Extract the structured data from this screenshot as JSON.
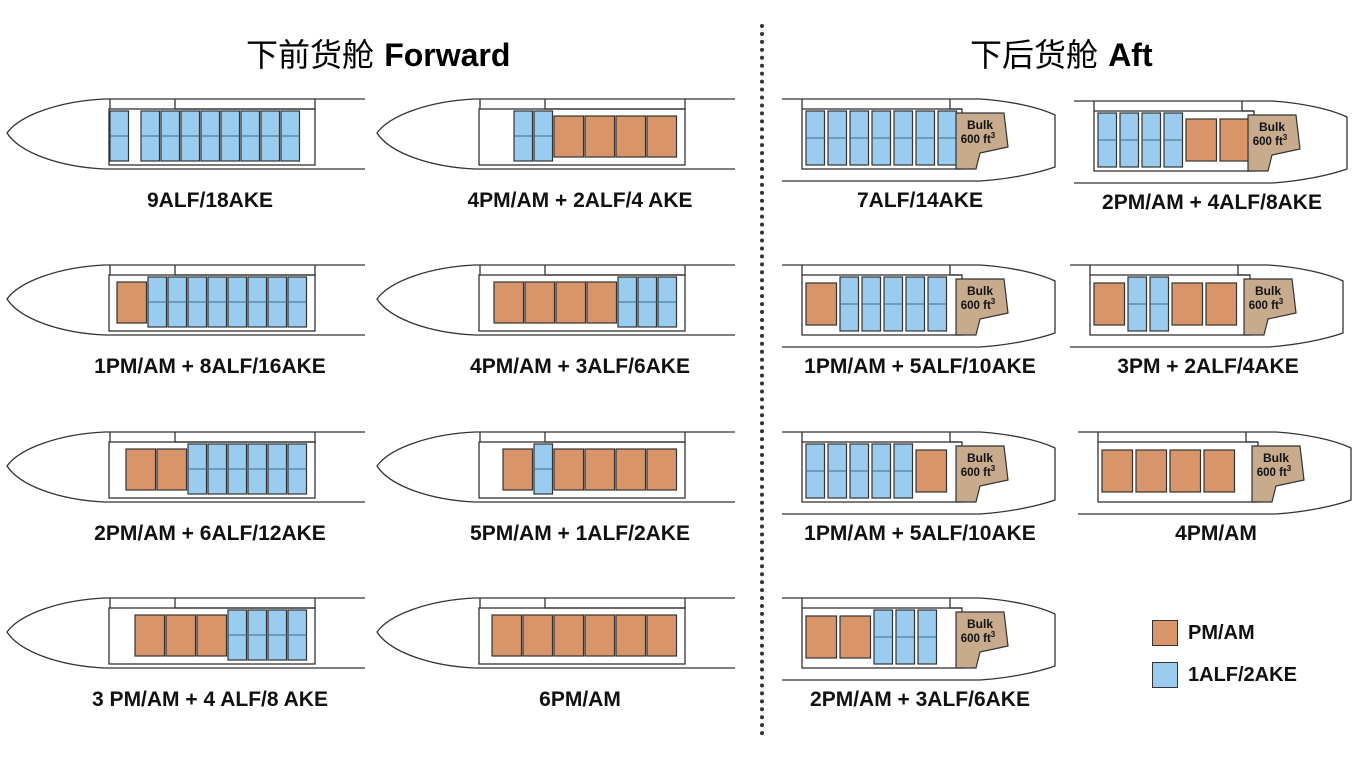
{
  "titles": {
    "forward_cn": "下前货舱",
    "forward_en": "Forward",
    "aft_cn": "下后货舱",
    "aft_en": "Aft"
  },
  "colors": {
    "pm": "#d9956a",
    "alf": "#99ccee",
    "bulk": "#c8aa8c",
    "outline": "#333333"
  },
  "bulk_label": {
    "line1": "Bulk",
    "line2": "600 ft",
    "sup": "3"
  },
  "forward_configs": [
    {
      "label": "9ALF/18AKE",
      "pm": 0,
      "alf": 9,
      "layout": [
        "a",
        "a",
        "a",
        "a",
        "a",
        "a",
        "a",
        "a",
        "a"
      ]
    },
    {
      "label": "4PM/AM + 2ALF/4 AKE",
      "pm": 4,
      "alf": 2,
      "layout": [
        "a",
        "a",
        "p",
        "p",
        "p",
        "p"
      ]
    },
    {
      "label": "1PM/AM + 8ALF/16AKE",
      "pm": 1,
      "alf": 8,
      "layout": [
        "p",
        "a",
        "a",
        "a",
        "a",
        "a",
        "a",
        "a",
        "a"
      ]
    },
    {
      "label": "4PM/AM + 3ALF/6AKE",
      "pm": 4,
      "alf": 3,
      "layout": [
        "p",
        "p",
        "p",
        "p",
        "a",
        "a",
        "a"
      ]
    },
    {
      "label": "2PM/AM + 6ALF/12AKE",
      "pm": 2,
      "alf": 6,
      "layout": [
        "p",
        "p",
        "a",
        "a",
        "a",
        "a",
        "a",
        "a"
      ]
    },
    {
      "label": "5PM/AM + 1ALF/2AKE",
      "pm": 5,
      "alf": 1,
      "layout": [
        "p",
        "a",
        "p",
        "p",
        "p",
        "p"
      ]
    },
    {
      "label": "3 PM/AM + 4 ALF/8 AKE",
      "pm": 3,
      "alf": 4,
      "layout": [
        "p",
        "p",
        "p",
        "a",
        "a",
        "a",
        "a"
      ]
    },
    {
      "label": "6PM/AM",
      "pm": 6,
      "alf": 0,
      "layout": [
        "p",
        "p",
        "p",
        "p",
        "p",
        "p"
      ]
    }
  ],
  "aft_configs": [
    {
      "label": "7ALF/14AKE",
      "pm": 0,
      "alf": 7,
      "layout": [
        "a",
        "a",
        "a",
        "a",
        "a",
        "a",
        "a"
      ]
    },
    {
      "label": "2PM/AM + 4ALF/8AKE",
      "pm": 2,
      "alf": 4,
      "layout": [
        "a",
        "a",
        "a",
        "a",
        "p",
        "p"
      ]
    },
    {
      "label": "1PM/AM + 5ALF/10AKE",
      "pm": 1,
      "alf": 5,
      "layout": [
        "p",
        "a",
        "a",
        "a",
        "a",
        "a"
      ]
    },
    {
      "label": "3PM + 2ALF/4AKE",
      "pm": 3,
      "alf": 2,
      "layout": [
        "p",
        "a",
        "a",
        "p",
        "p"
      ]
    },
    {
      "label": "1PM/AM + 5ALF/10AKE",
      "pm": 1,
      "alf": 5,
      "layout": [
        "a",
        "a",
        "a",
        "a",
        "a",
        "p"
      ]
    },
    {
      "label": "4PM/AM",
      "pm": 4,
      "alf": 0,
      "layout": [
        "p",
        "p",
        "p",
        "p"
      ]
    },
    {
      "label": "2PM/AM + 3ALF/6AKE",
      "pm": 2,
      "alf": 3,
      "layout": [
        "p",
        "p",
        "a",
        "a",
        "a"
      ]
    }
  ],
  "legend": [
    {
      "label": "PM/AM",
      "color": "#d9956a"
    },
    {
      "label": "1ALF/2AKE",
      "color": "#99ccee"
    }
  ]
}
